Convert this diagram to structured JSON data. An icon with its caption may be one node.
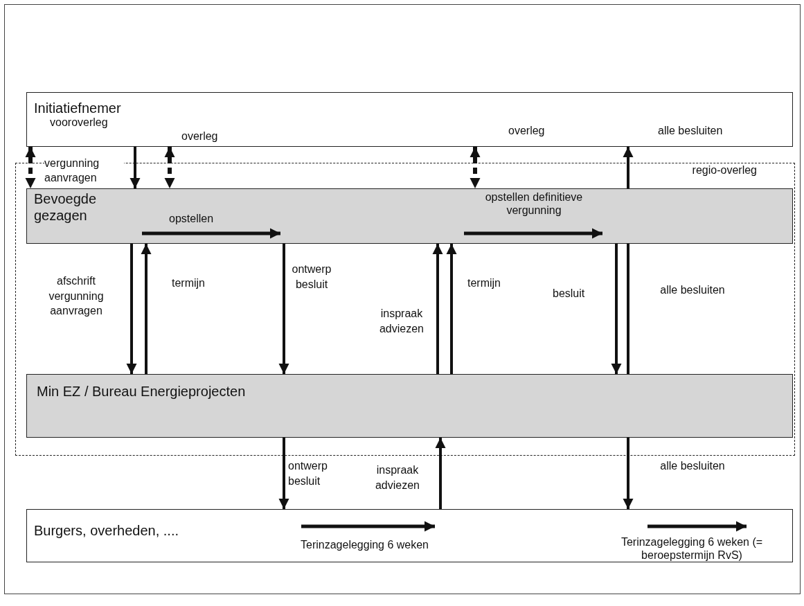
{
  "diagram": {
    "nodes": [
      {
        "text": [
          "Initiatiefnemer"
        ]
      },
      {
        "text": [
          "regio-overleg"
        ]
      },
      {
        "text": [
          "Bevoegde gezagen",
          "opstellen",
          "opstellen definitieve vergunning"
        ],
        "in": 1
      },
      {
        "text": [
          "Min EZ / Bureau Energieprojecten"
        ],
        "in": 1
      },
      {
        "text": [
          "Burgers, overheden, ....",
          "Terinzagelegging 6 weken",
          "Terinzagelegging 6 weken (= beroepstermijn RvS)"
        ]
      }
    ],
    "edges": [
      {
        "from": 0,
        "to": 2,
        "arrow": "both",
        "style": "dashed",
        "label": "vooroverleg"
      },
      {
        "from": 0,
        "to": 2,
        "arrow": "to",
        "label": "vergunning aanvragen"
      },
      {
        "from": 0,
        "to": 2,
        "arrow": "both",
        "style": "dashed",
        "label": "overleg"
      },
      {
        "from": 0,
        "to": 2,
        "arrow": "both",
        "style": "dashed",
        "label": "overleg"
      },
      {
        "from": 2,
        "to": 0,
        "arrow": "to",
        "label": "alle besluiten"
      },
      {
        "from": 3,
        "to": 2,
        "arrow": "none",
        "label": "alle besluiten"
      },
      {
        "from": 2,
        "to": 3,
        "arrow": "to",
        "label": "afschrift vergunning aanvragen"
      },
      {
        "from": 3,
        "to": 2,
        "arrow": "to",
        "label": "termijn"
      },
      {
        "from": 2,
        "to": 3,
        "arrow": "to",
        "label": "ontwerp besluit"
      },
      {
        "from": 3,
        "to": 2,
        "arrow": "to",
        "label": "inspraak adviezen"
      },
      {
        "from": 3,
        "to": 2,
        "arrow": "to",
        "label": "termijn"
      },
      {
        "from": 2,
        "to": 3,
        "arrow": "to",
        "label": "besluit"
      },
      {
        "from": 3,
        "to": 4,
        "arrow": "to",
        "label": "ontwerp besluit"
      },
      {
        "from": 4,
        "to": 3,
        "arrow": "to",
        "label": "inspraak adviezen"
      },
      {
        "from": 3,
        "to": 4,
        "arrow": "to",
        "label": "alle besluiten"
      }
    ]
  }
}
